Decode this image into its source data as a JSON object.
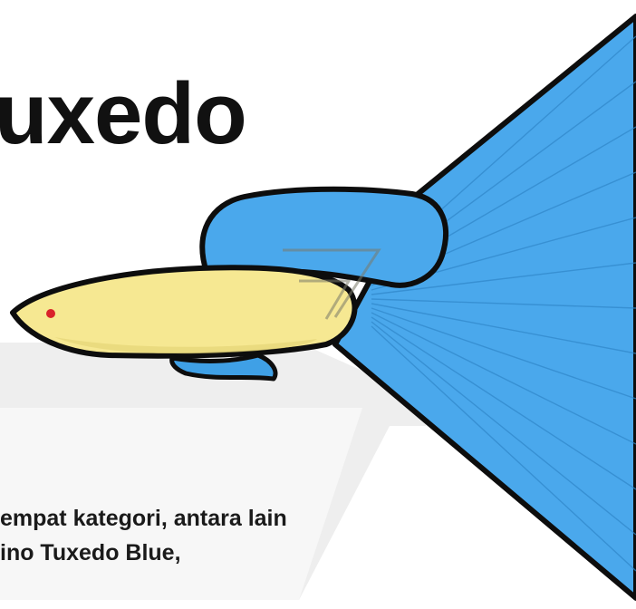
{
  "title": "uxedo",
  "body_lines": [
    "empat kategori, antara lain",
    "ino Tuxedo Blue,"
  ],
  "colors": {
    "tail_blue": "#4aa8ec",
    "fin_blue": "#3fa0e6",
    "body_yellow": "#f6e892",
    "outline": "#0d0d0d",
    "eye_red": "#d9222a",
    "band_gray": "#e8e8e8"
  },
  "icons": [
    "betta-fish-illustration"
  ]
}
